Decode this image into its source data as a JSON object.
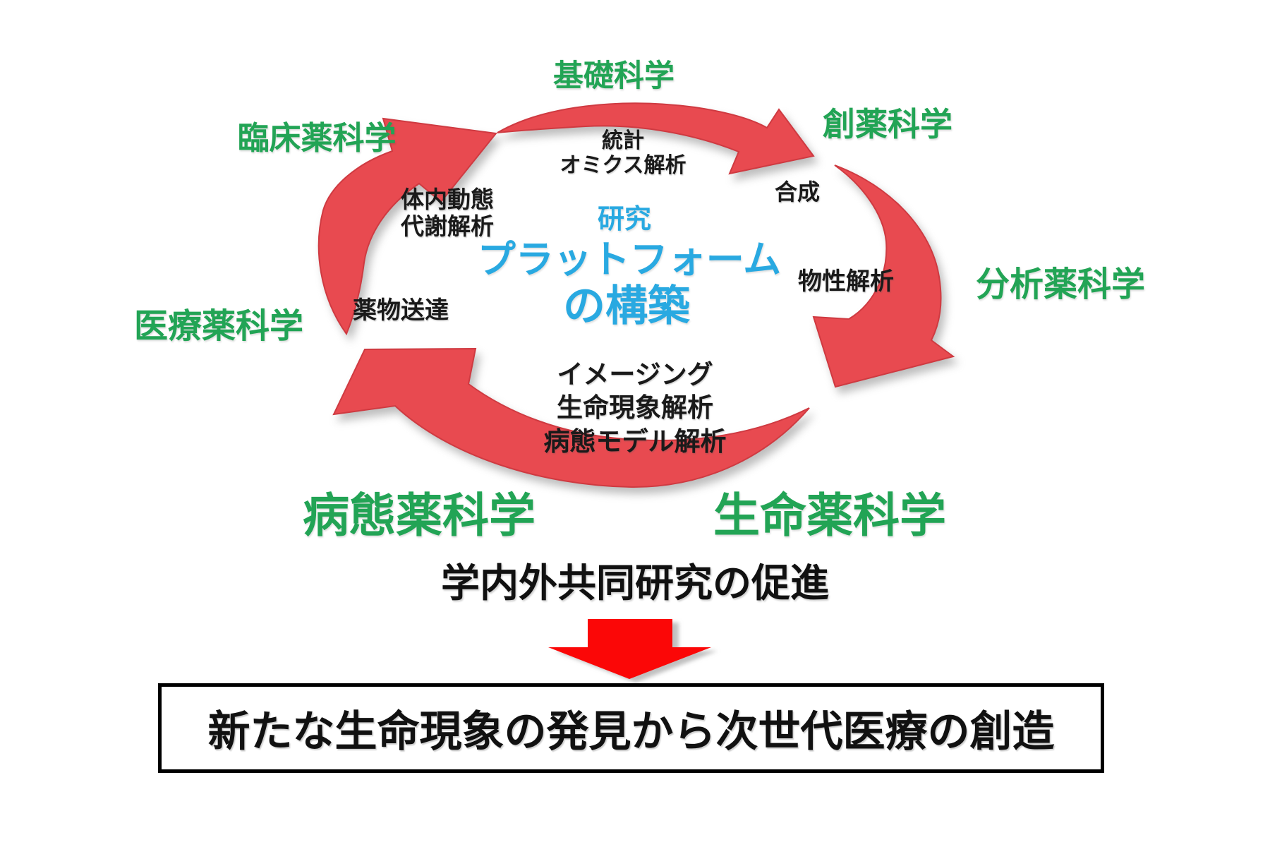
{
  "colors": {
    "page_bg": "#ffffff",
    "green": "#22A455",
    "blue": "#29A9E1",
    "arrow_red": "#E84A50",
    "bright_red": "#FB0707",
    "text_black": "#1a1a1a"
  },
  "cycle": {
    "top_label": "基礎科学",
    "top_right_label": "創薬科学",
    "right_label": "分析薬科学",
    "bottom_right_label": "生命薬科学",
    "bottom_left_label": "病態薬科学",
    "left_label": "医療薬科学",
    "top_left_label": "臨床薬科学",
    "center": {
      "line1": "研究",
      "line2": "プラットフォーム",
      "line3": "の構築"
    },
    "inner": {
      "stats_line1": "統計",
      "stats_line2": "オミクス解析",
      "synthesis": "合成",
      "property": "物性解析",
      "pk_line1": "体内動態",
      "pk_line2": "代謝解析",
      "delivery": "薬物送達",
      "imaging": "イメージング",
      "life_phenomena": "生命現象解析",
      "disease_model": "病態モデル解析"
    }
  },
  "bottom": {
    "promotion": "学内外共同研究の促進",
    "outcome": "新たな生命現象の発見から次世代医療の創造"
  },
  "icons": {
    "cycle_arrow_top": "clockwise-arc-arrow",
    "cycle_arrow_right": "clockwise-arc-arrow",
    "cycle_arrow_bottom": "clockwise-arc-arrow",
    "cycle_arrow_left": "clockwise-arc-arrow",
    "down_arrow": "red-down-arrow"
  }
}
